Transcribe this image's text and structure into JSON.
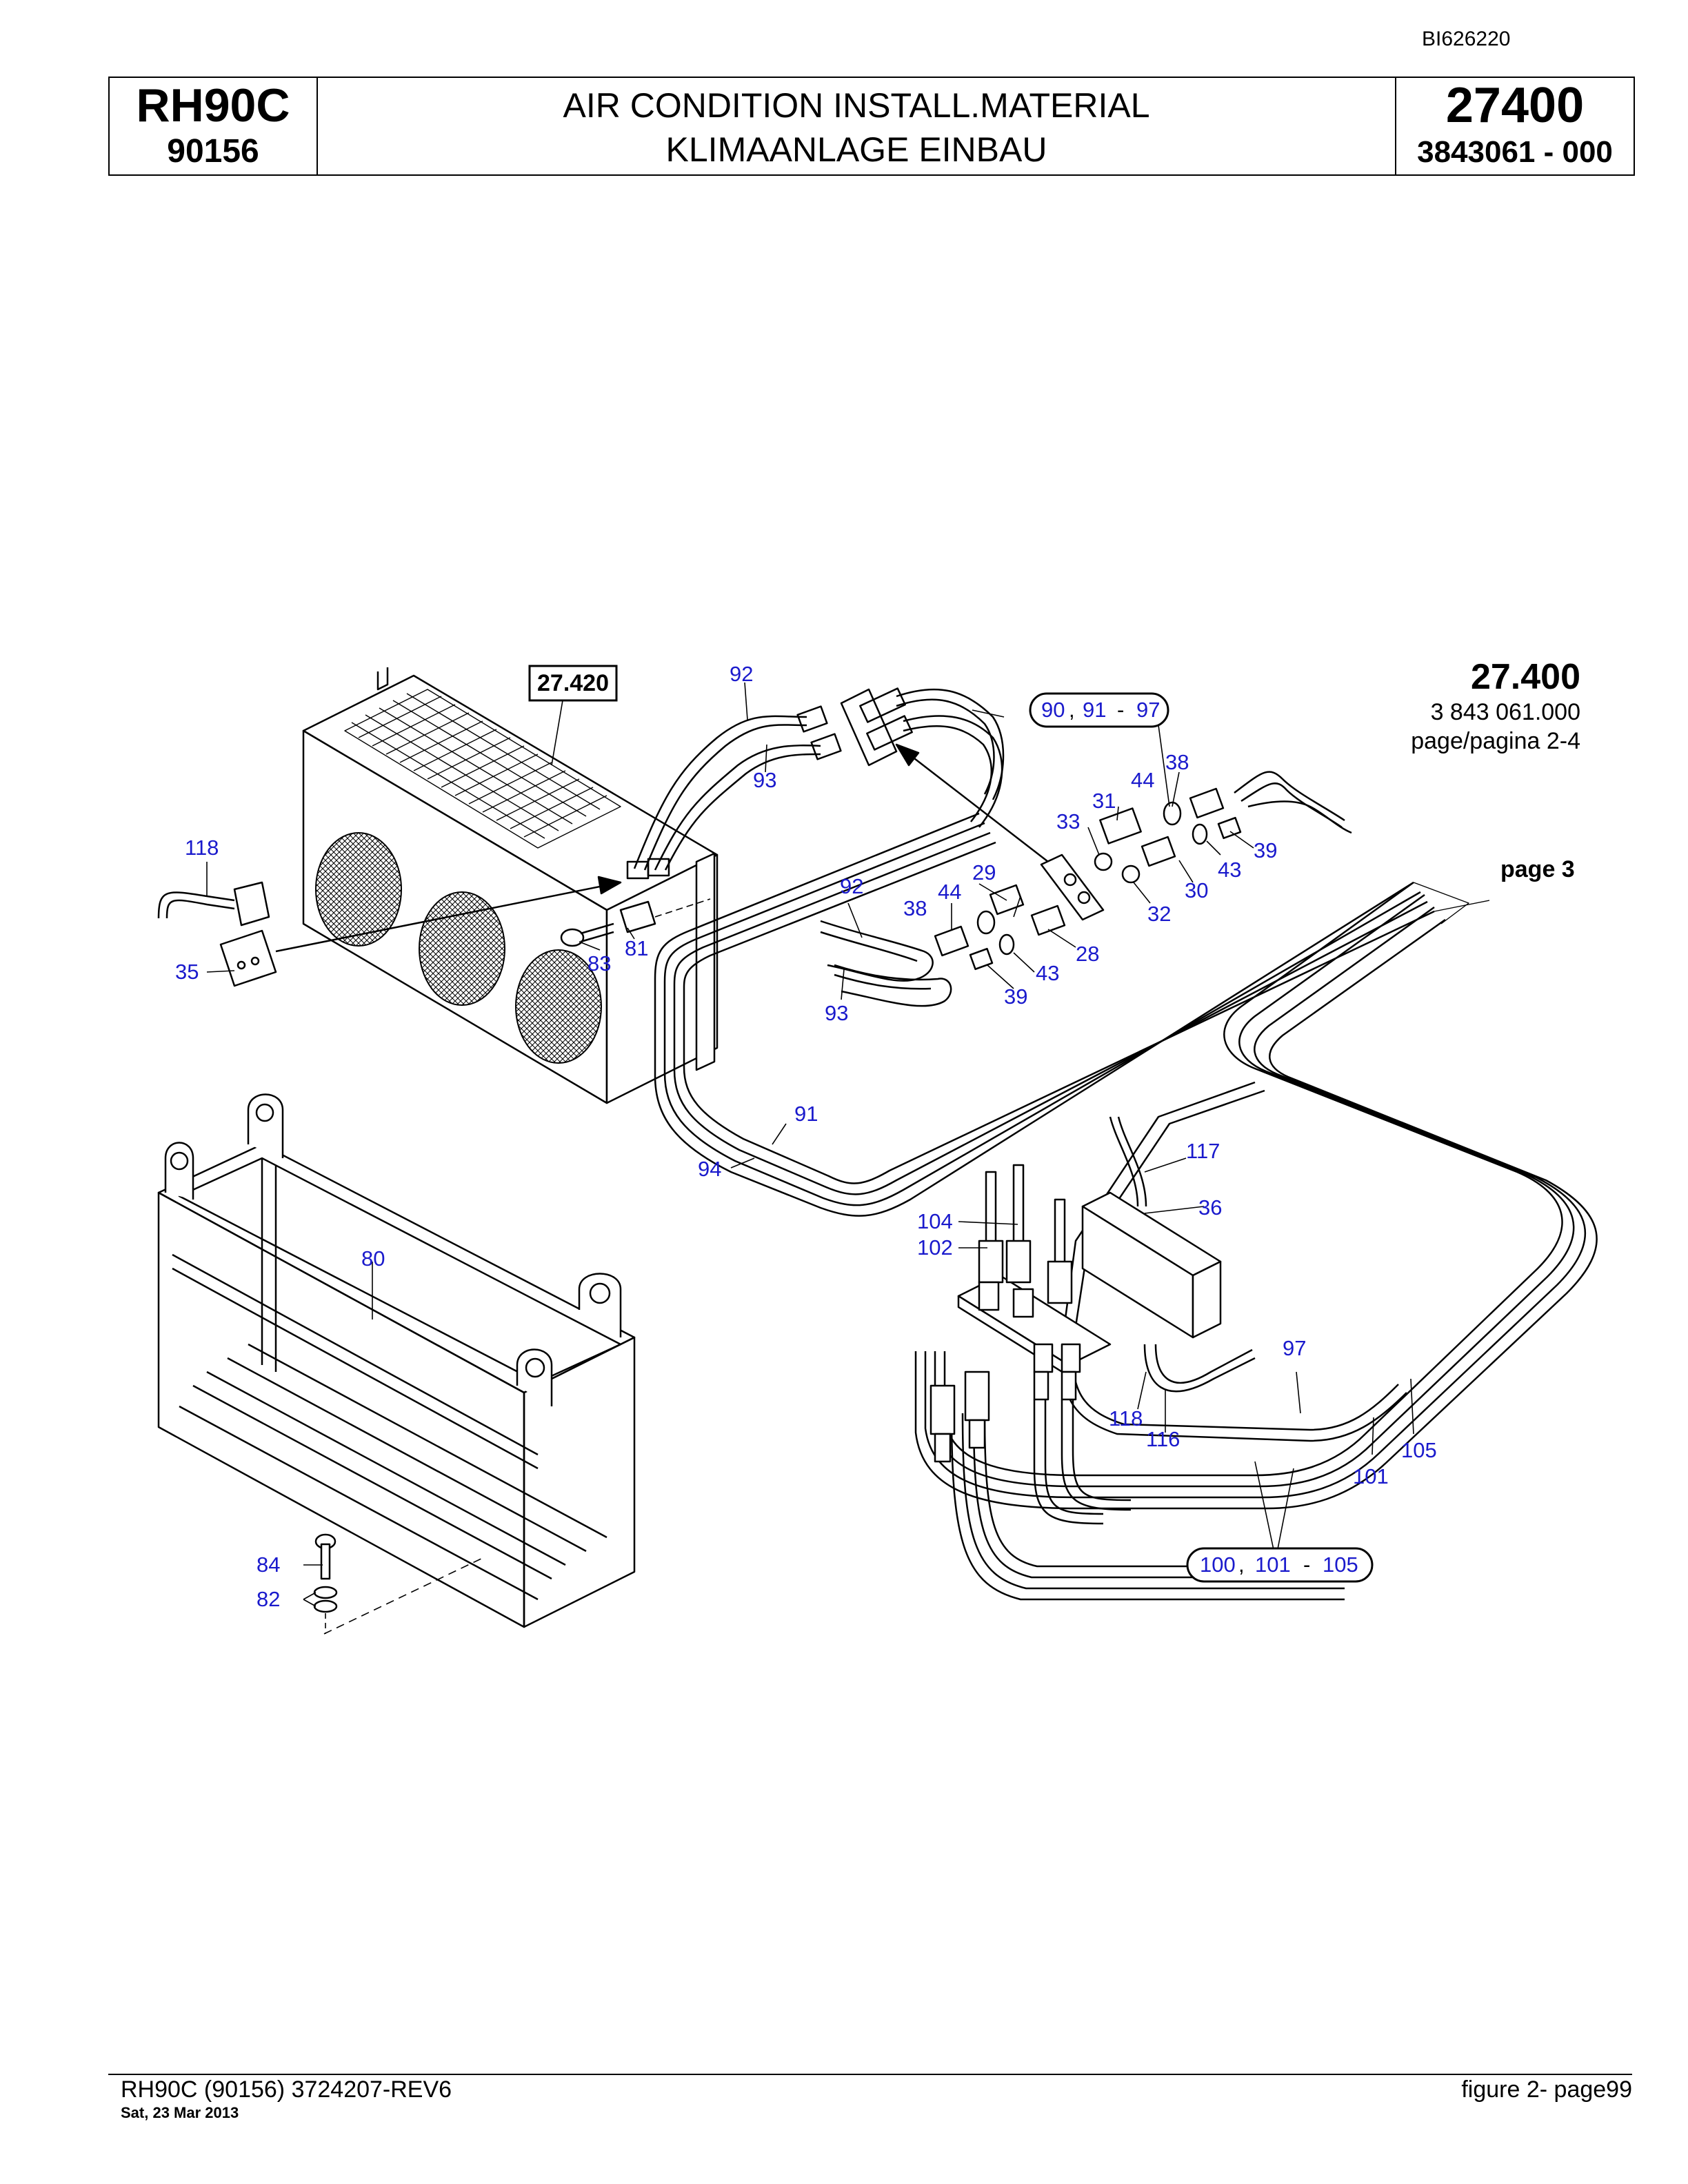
{
  "doc_id": "BI626220",
  "header": {
    "model": "RH90C",
    "serial": "90156",
    "title_line1": "AIR CONDITION INSTALL.MATERIAL",
    "title_line2": "KLIMAANLAGE EINBAU",
    "group": "27400",
    "group_number": "3843061  - 000"
  },
  "reference": {
    "number": "27.400",
    "line1": "3 843 061.000",
    "line2": "page/pagina 2-4"
  },
  "diagram": {
    "box_label": "27.420",
    "page_ref": "page 3",
    "callout_group_1": {
      "a": "90",
      "b": "91",
      "c": "97"
    },
    "callout_group_2": {
      "a": "100",
      "b": "101",
      "c": "105"
    },
    "part_labels": {
      "l118a": "118",
      "l35": "35",
      "l83": "83",
      "l81": "81",
      "l92a": "92",
      "l93a": "93",
      "l38a": "38",
      "l44a": "44",
      "l31": "31",
      "l33": "33",
      "l43a": "43",
      "l39a": "39",
      "l30": "30",
      "l32": "32",
      "l92b": "92",
      "l44b": "44",
      "l29": "29",
      "l38b": "38",
      "l28": "28",
      "l43b": "43",
      "l39b": "39",
      "l93b": "93",
      "l91": "91",
      "l94": "94",
      "l117": "117",
      "l36": "36",
      "l104": "104",
      "l102": "102",
      "l80": "80",
      "l97": "97",
      "l118b": "118",
      "l116": "116",
      "l105": "105",
      "l101": "101",
      "l84": "84",
      "l82": "82"
    }
  },
  "footer": {
    "left": "RH90C (90156) 3724207-REV6",
    "date": "Sat, 23 Mar 2013",
    "right": "figure  2- page99"
  }
}
